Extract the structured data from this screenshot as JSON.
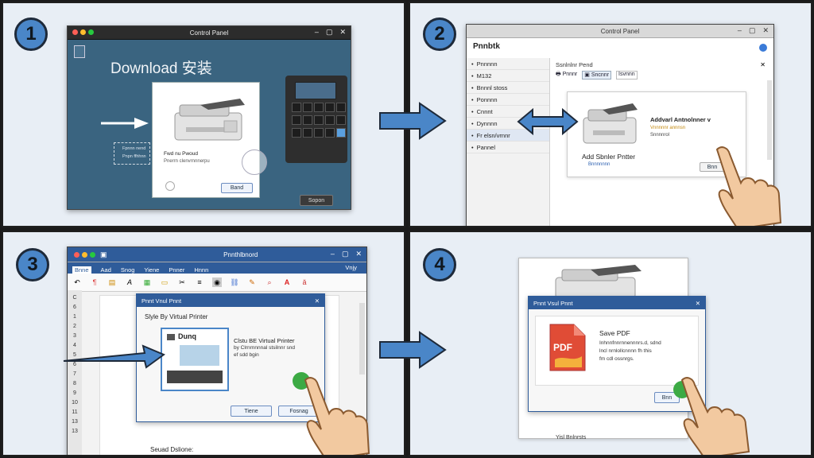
{
  "steps": [
    "1",
    "2",
    "3",
    "4"
  ],
  "panel1": {
    "window_title": "Control Panel",
    "heading": "Download 安装",
    "dialog_line1": "Fwd nu Pwoud",
    "dialog_line2": "Pnerrn clenvrnnnerpu",
    "dialog_button": "Band",
    "note_line1": "Fpnnn nend",
    "note_line2": "Pnpn ffhhnn",
    "corner_button": "Sopon"
  },
  "panel2": {
    "window_title": "Control Panel",
    "app_title": "Pnnbtk",
    "sidebar": [
      "Pnnnnn",
      "M132",
      "Bnnnl stoss",
      "Ponnnn",
      "Cnnnt",
      "Dynnnn",
      "Fr elsn/vrnnr",
      "Pannel"
    ],
    "breadcrumb": "Ssnlnlnr Pend",
    "tabs": [
      "Pnnnr",
      "Sncnnr",
      "Isvnnn"
    ],
    "card_title": "Addvarl Antnolnner v",
    "card_line1": "Vnnnnnr annnsn",
    "card_line2": "Snnnnrol",
    "card_heading": "Add Sbnler Pntter",
    "card_link": "Bnnnnnnn",
    "card_button": "Bnn"
  },
  "panel3": {
    "window_title": "Pnnthlbnord",
    "menu": [
      "Bnne",
      "Aad",
      "Snog",
      "Yiene",
      "Pnner",
      "Hnnn"
    ],
    "menu_right": "Vnjy",
    "ruler": [
      "C",
      "6",
      "1",
      "2",
      "3",
      "4",
      "5",
      "6",
      "7",
      "8",
      "9",
      "10",
      "11",
      "13",
      "13"
    ],
    "dialog_title": "Pnnt Vnul Pnnt",
    "dialog_subtitle": "Slyle By Virtual Printer",
    "preview_label": "Dunq",
    "option_line1": "Clstu BE Virtual Printer",
    "option_line2": "by Clrnrnnnnal stsilnnr snd",
    "option_line3": "ef sdd bgin",
    "btn_left": "Tiene",
    "btn_right": "Fosnag",
    "footer_text": "Seuad Dslione:"
  },
  "panel4": {
    "dialog_title": "Pnnt Vsul Pnnt",
    "pdf_label": "PDF",
    "save_title": "Save PDF",
    "line1": "Inhnnfnnrnnennnrs.d, sdnd",
    "line2": "lncl nrnlollcnnnn fh this",
    "line3": "fm cdl ossnrgs.",
    "button": "Bnn",
    "footer": "Yisl Bnlnrsts"
  },
  "colors": {
    "accent": "#4a86c8",
    "panel_bg": "#e8eef5",
    "blue_title": "#2f5c9a",
    "pdf_red": "#e04c36"
  }
}
